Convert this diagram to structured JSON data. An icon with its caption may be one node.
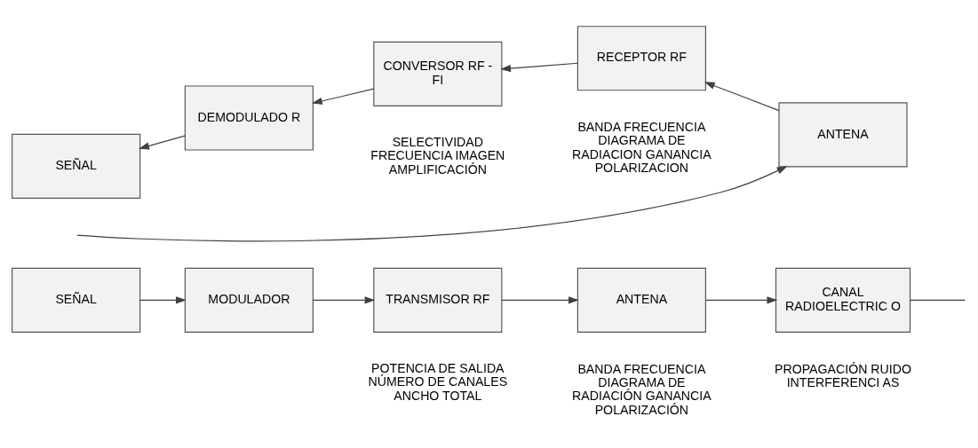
{
  "diagram": {
    "nodes": [
      {
        "text": [
          "SEÑAL"
        ]
      },
      {
        "text": [
          "MODULADOR"
        ]
      },
      {
        "text": [
          "TRANSMISOR RF"
        ],
        "beside": [
          "POTENCIA DE SALIDA NÚMERO DE CANALES ANCHO TOTAL"
        ]
      },
      {
        "text": [
          "ANTENA"
        ],
        "beside": [
          "BANDA FRECUENCIA DIAGRAMA DE RADIACIÓN GANANCIA POLARIZACIÓN"
        ]
      },
      {
        "text": [
          "CANAL RADIOELECTRIC O"
        ],
        "beside": [
          "PROPAGACIÓN RUIDO INTERFERENCI AS"
        ]
      },
      {
        "text": [
          "SEÑAL"
        ]
      },
      {
        "text": [
          "DEMODULADO R"
        ]
      },
      {
        "text": [
          "CONVERSOR RF - FI"
        ],
        "beside": [
          "SELECTIVIDAD FRECUENCIA IMAGEN AMPLIFICACIÓN"
        ]
      },
      {
        "text": [
          "RECEPTOR RF"
        ],
        "beside": [
          "BANDA FRECUENCIA DIAGRAMA DE RADIACION GANANCIA POLARIZACION"
        ]
      },
      {
        "text": [
          "ANTENA"
        ]
      }
    ],
    "edges": [
      {
        "from": 0,
        "to": 1,
        "arrow": "to"
      },
      {
        "from": 1,
        "to": 2,
        "arrow": "to"
      },
      {
        "from": 2,
        "to": 3,
        "arrow": "to"
      },
      {
        "from": 3,
        "to": 4,
        "arrow": "to"
      },
      {
        "from": 4,
        "to": null,
        "arrow": "none"
      },
      {
        "from": null,
        "to": 9,
        "arrow": "to"
      },
      {
        "from": 9,
        "to": 8,
        "arrow": "to"
      },
      {
        "from": 8,
        "to": 7,
        "arrow": "to"
      },
      {
        "from": 7,
        "to": 6,
        "arrow": "to"
      },
      {
        "from": 6,
        "to": 5,
        "arrow": "to"
      }
    ]
  }
}
